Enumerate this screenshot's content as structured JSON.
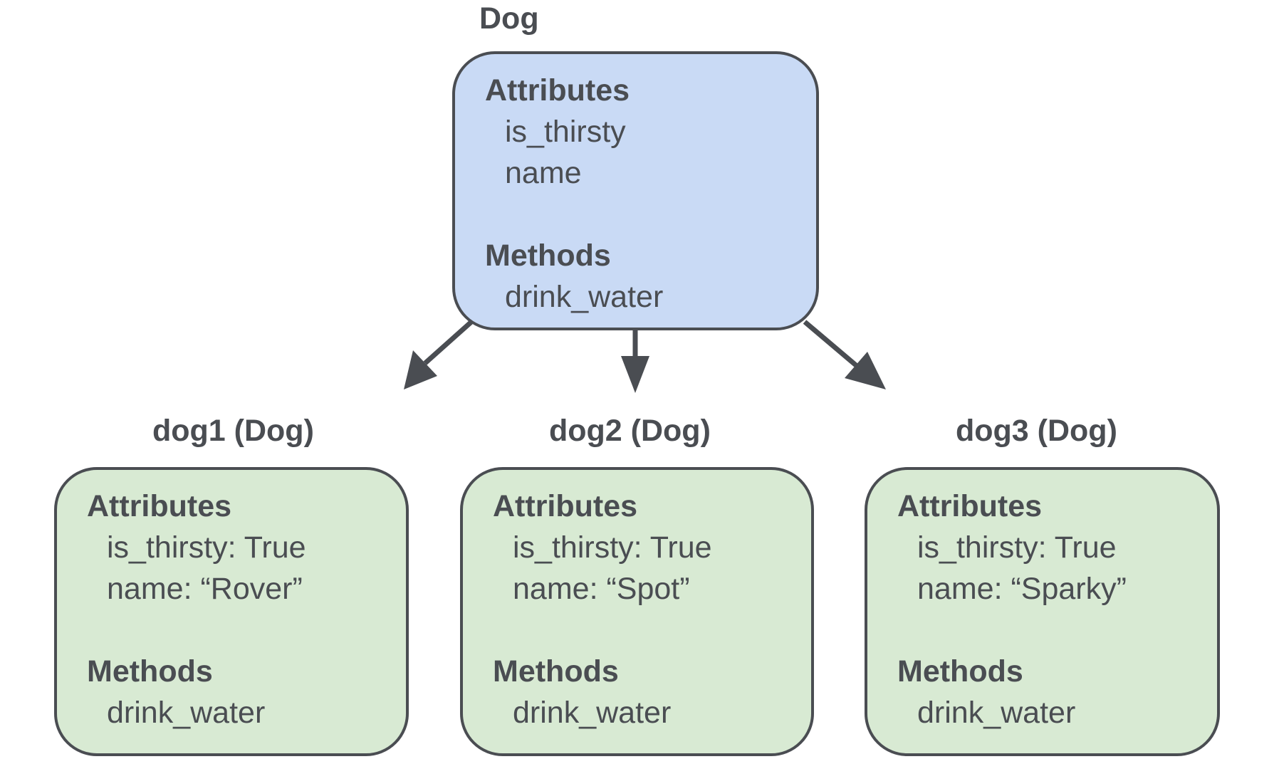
{
  "class_node": {
    "title": "Dog",
    "attributes_heading": "Attributes",
    "attributes": [
      "is_thirsty",
      "name"
    ],
    "methods_heading": "Methods",
    "methods": [
      "drink_water"
    ],
    "fill": "#c9daf5"
  },
  "instances": [
    {
      "title": "dog1 (Dog)",
      "attributes_heading": "Attributes",
      "attributes": [
        "is_thirsty: True",
        "name: “Rover”"
      ],
      "methods_heading": "Methods",
      "methods": [
        "drink_water"
      ]
    },
    {
      "title": "dog2 (Dog)",
      "attributes_heading": "Attributes",
      "attributes": [
        "is_thirsty: True",
        "name: “Spot”"
      ],
      "methods_heading": "Methods",
      "methods": [
        "drink_water"
      ]
    },
    {
      "title": "dog3 (Dog)",
      "attributes_heading": "Attributes",
      "attributes": [
        "is_thirsty: True",
        "name: “Sparky”"
      ],
      "methods_heading": "Methods",
      "methods": [
        "drink_water"
      ]
    }
  ],
  "colors": {
    "outline": "#4a4d52",
    "class_fill": "#c9daf5",
    "instance_fill": "#d8ead3"
  }
}
